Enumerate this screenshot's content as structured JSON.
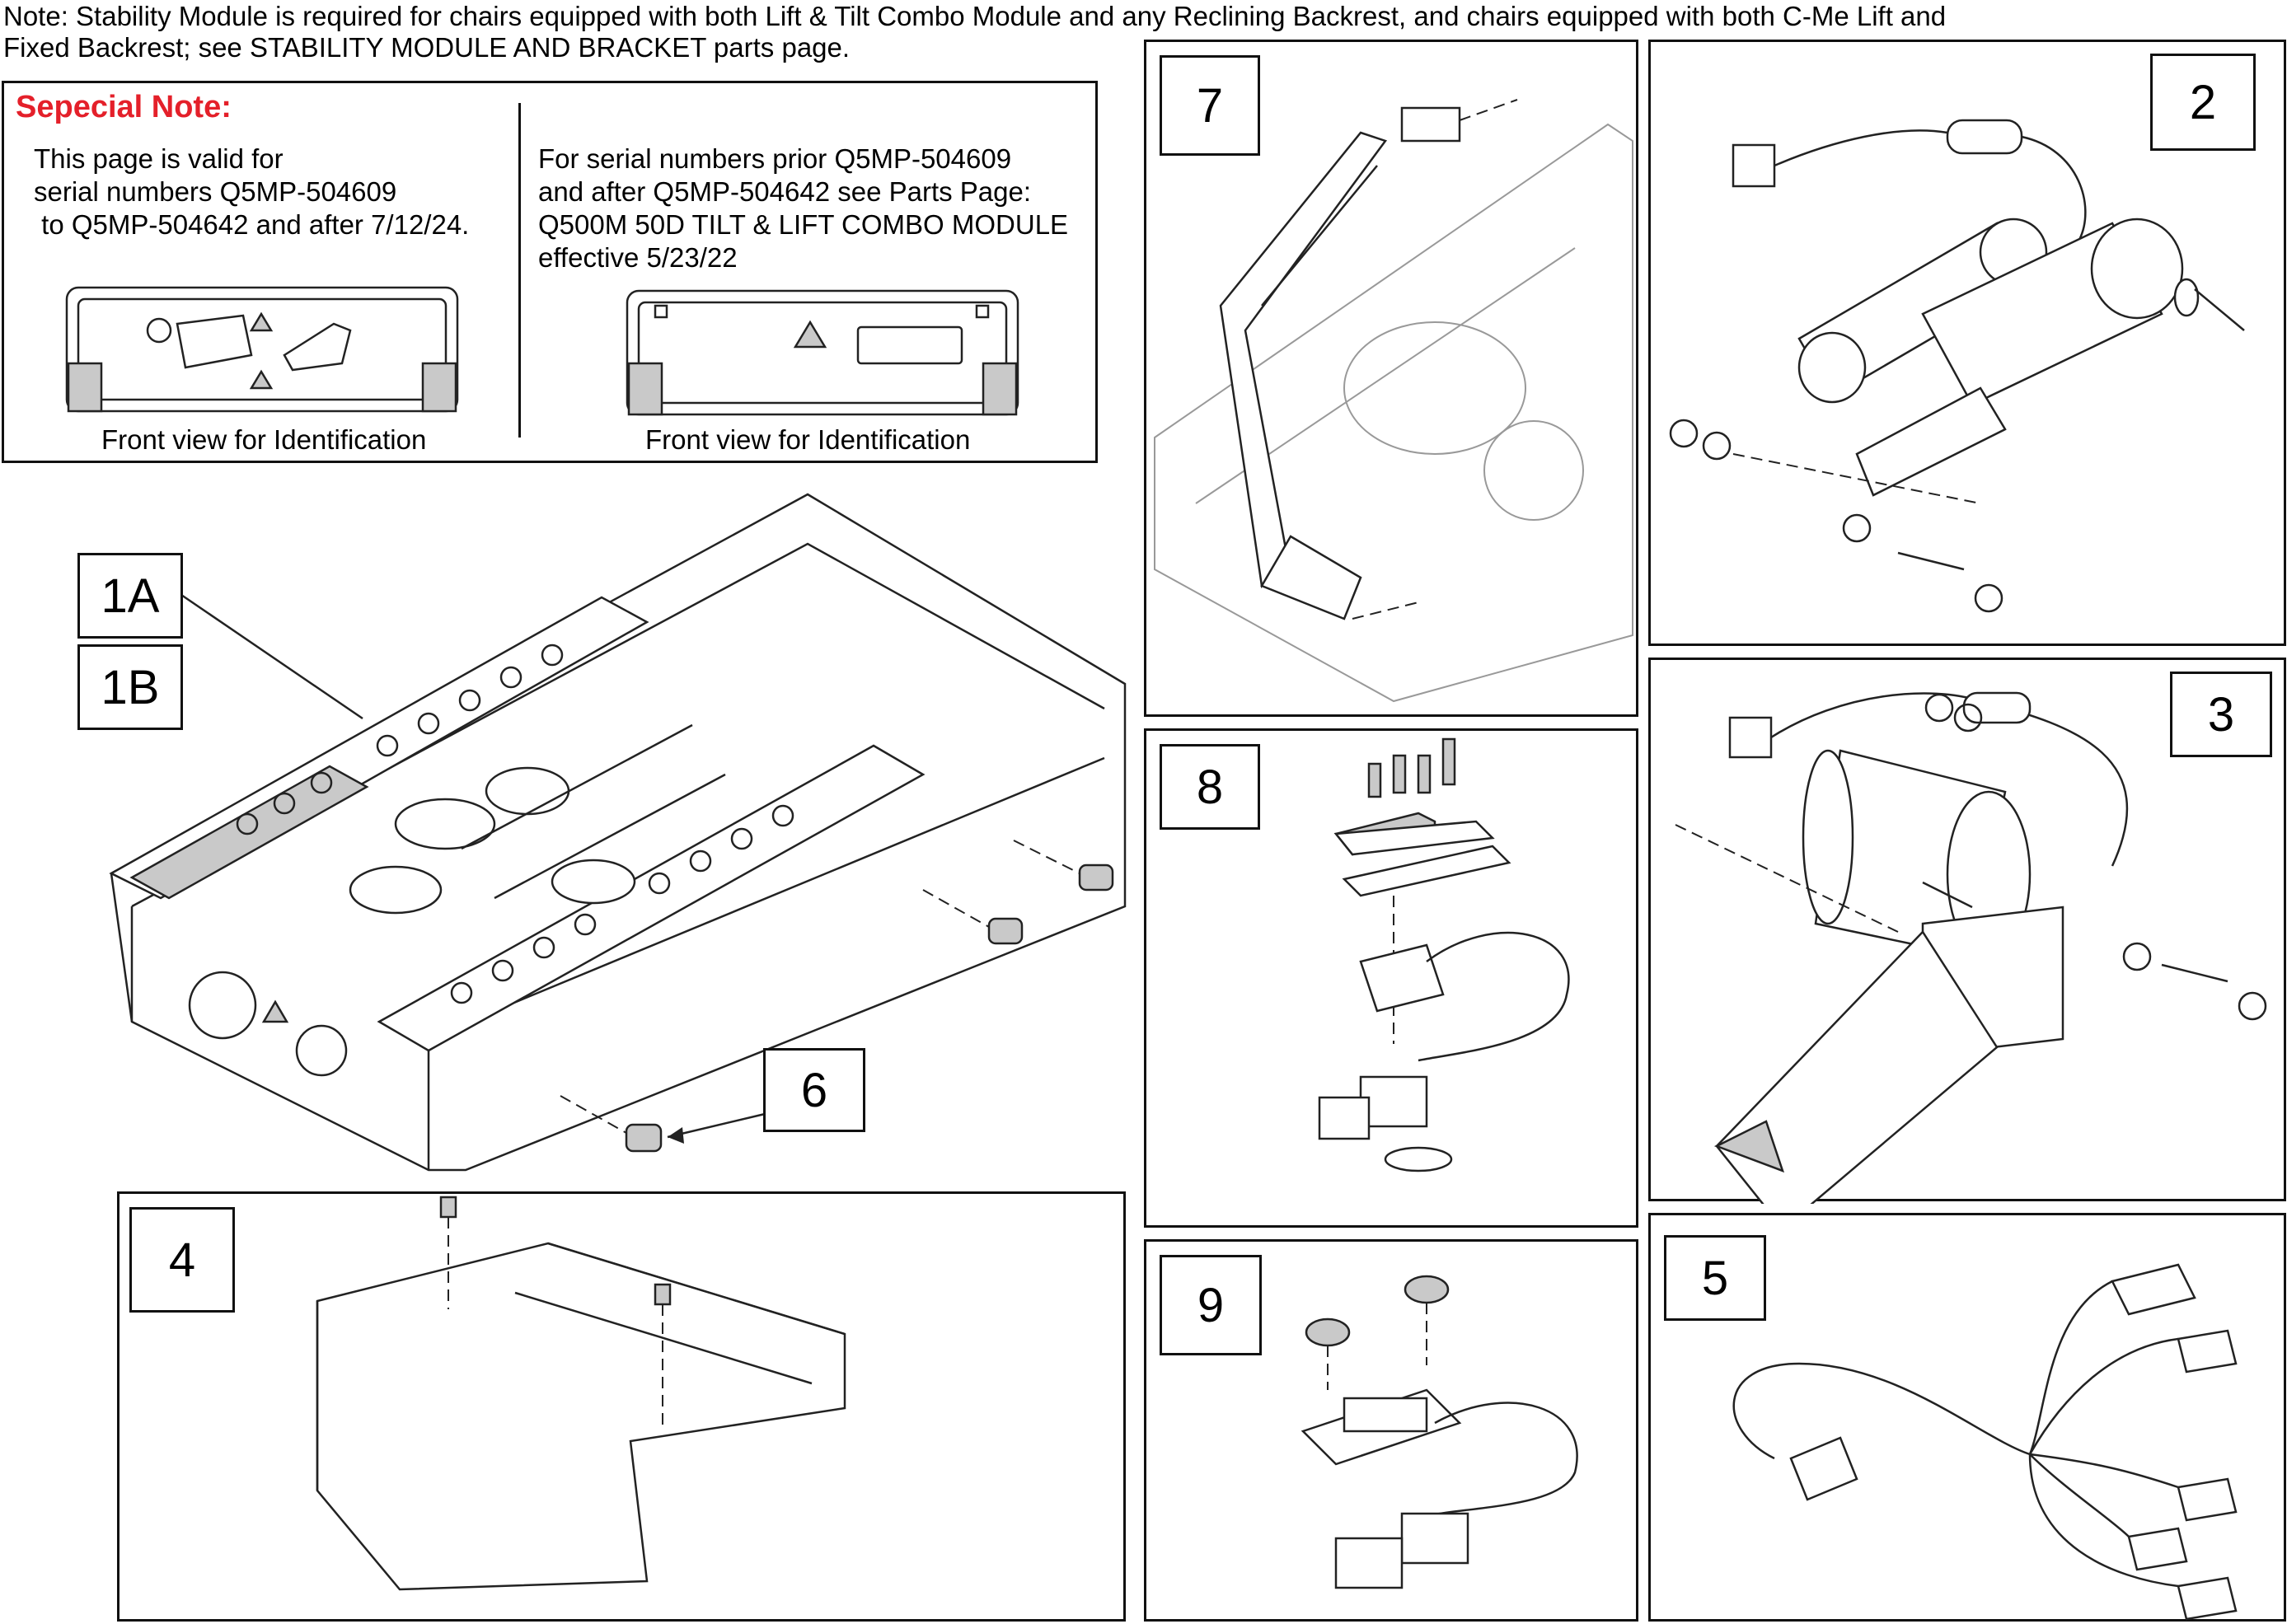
{
  "note": {
    "line1": "Note: Stability Module is required for chairs equipped with both Lift & Tilt Combo Module and any Reclining Backrest, and chairs equipped with both C-Me Lift and",
    "line2": " Fixed Backrest; see STABILITY MODULE AND BRACKET parts page."
  },
  "special_note": {
    "title": "Sepecial Note:",
    "left_text": "This page is valid for\nserial numbers Q5MP-504609\n to Q5MP-504642 and after 7/12/24.",
    "right_text": "For serial numbers prior Q5MP-504609\nand after Q5MP-504642 see Parts Page:\nQ500M 50D TILT & LIFT COMBO MODULE\neffective 5/23/22",
    "left_caption": "Front view for Identification",
    "right_caption": "Front view for Identification"
  },
  "callouts": {
    "c1a": "1A",
    "c1b": "1B",
    "c2": "2",
    "c3": "3",
    "c4": "4",
    "c5": "5",
    "c6": "6",
    "c7": "7",
    "c8": "8",
    "c9": "9"
  },
  "colors": {
    "special_note_title": "#e4202a",
    "line": "#222222",
    "panel_border": "#111111"
  }
}
